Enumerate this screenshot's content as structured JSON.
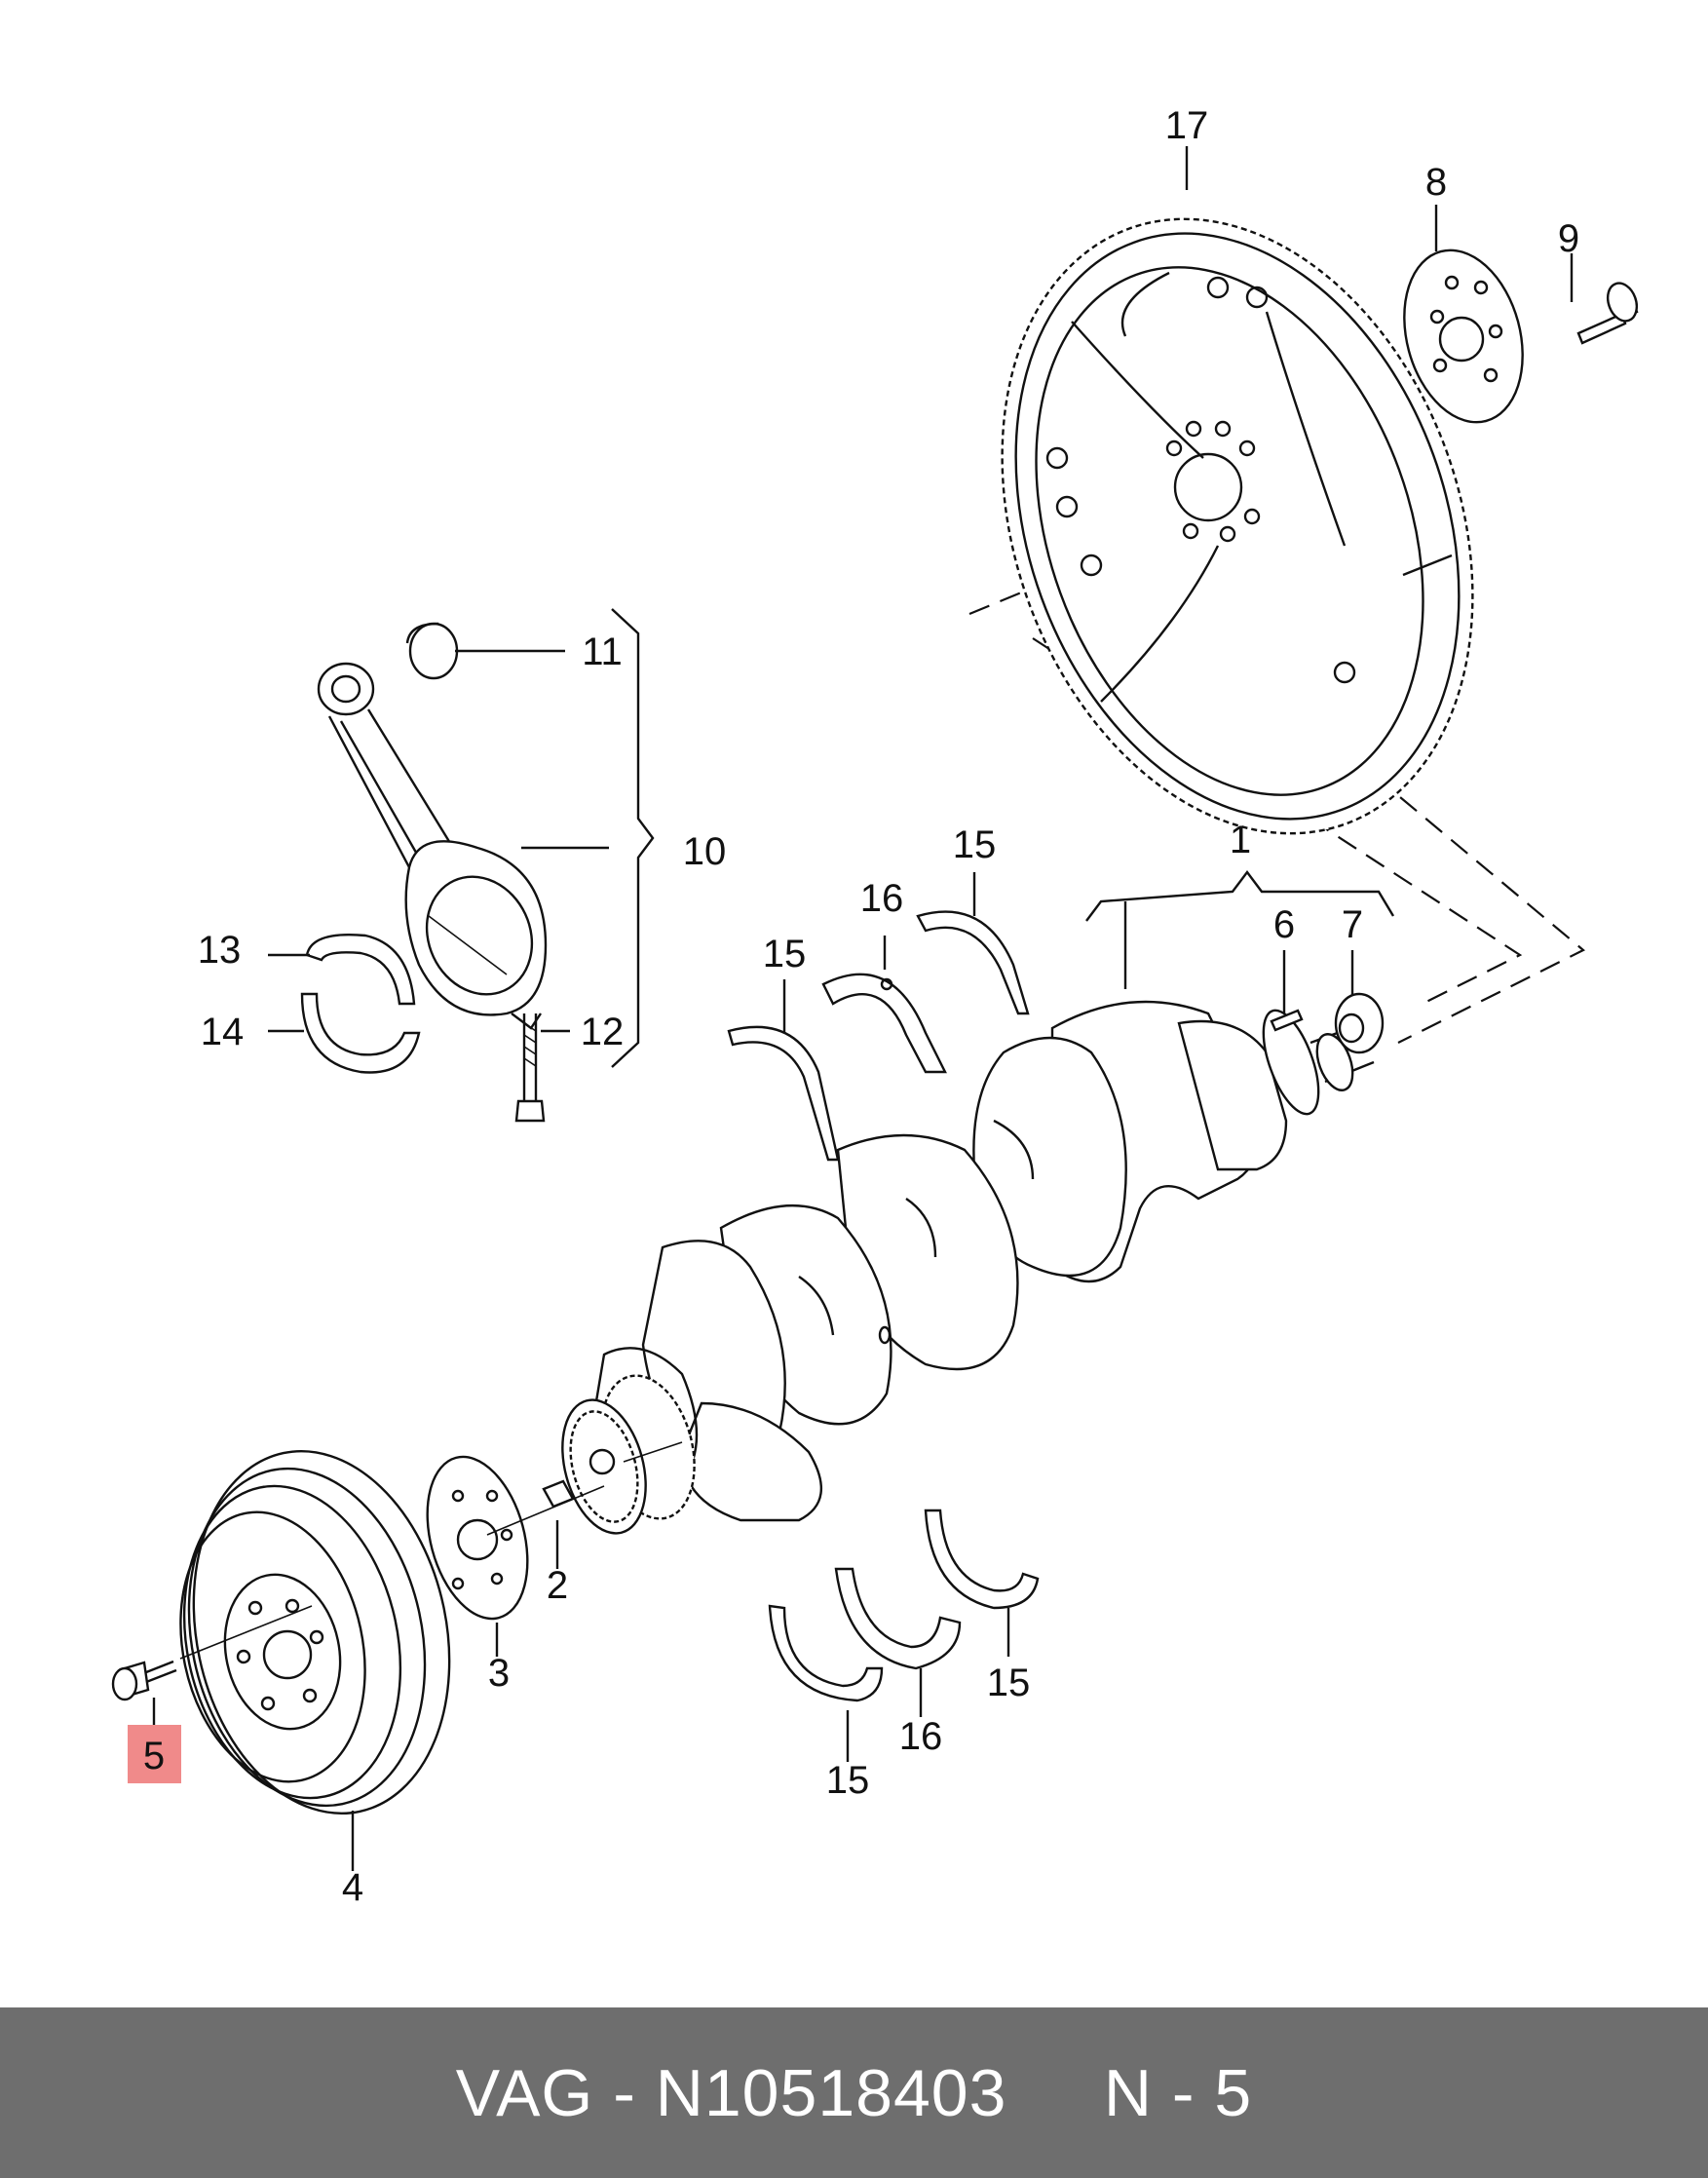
{
  "callouts": [
    {
      "id": "1",
      "text": "1"
    },
    {
      "id": "2",
      "text": "2"
    },
    {
      "id": "3",
      "text": "3"
    },
    {
      "id": "4",
      "text": "4"
    },
    {
      "id": "5",
      "text": "5"
    },
    {
      "id": "6",
      "text": "6"
    },
    {
      "id": "7",
      "text": "7"
    },
    {
      "id": "8",
      "text": "8"
    },
    {
      "id": "9",
      "text": "9"
    },
    {
      "id": "10",
      "text": "10"
    },
    {
      "id": "11",
      "text": "11"
    },
    {
      "id": "12",
      "text": "12"
    },
    {
      "id": "13",
      "text": "13"
    },
    {
      "id": "14",
      "text": "14"
    },
    {
      "id": "15a",
      "text": "15"
    },
    {
      "id": "15b",
      "text": "15"
    },
    {
      "id": "15c",
      "text": "15"
    },
    {
      "id": "15d",
      "text": "15"
    },
    {
      "id": "16a",
      "text": "16"
    },
    {
      "id": "16b",
      "text": "16"
    },
    {
      "id": "17",
      "text": "17"
    }
  ],
  "highlight": {
    "callout": "5",
    "color": "#f08a8a"
  },
  "footer": {
    "text": "VAG - N10518403     N - 5",
    "background": "#6e6e6e"
  }
}
